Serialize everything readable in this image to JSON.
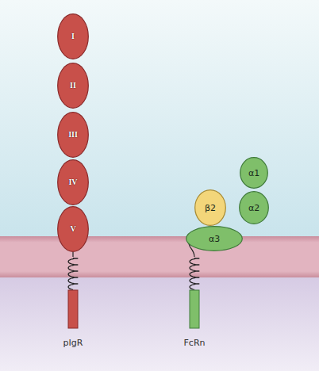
{
  "diagram": {
    "nodes": [
      {
        "text": [
          "I"
        ]
      },
      {
        "text": [
          "II"
        ]
      },
      {
        "text": [
          "III"
        ]
      },
      {
        "text": [
          "IV"
        ]
      },
      {
        "text": [
          "V"
        ]
      },
      {
        "text": [
          "α1"
        ]
      },
      {
        "text": [
          "β2"
        ]
      },
      {
        "text": [
          "α2"
        ]
      },
      {
        "text": [
          "α3"
        ]
      }
    ],
    "labels": [
      "pIgR",
      "FcRn"
    ]
  }
}
